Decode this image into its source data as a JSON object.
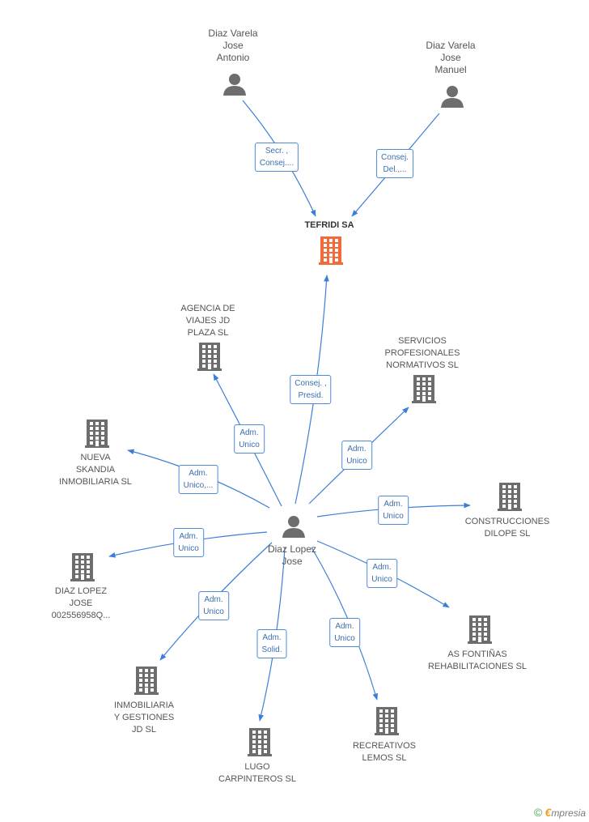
{
  "colors": {
    "edge": "#3d7fd8",
    "edge_label_border": "#4f8ad6",
    "node_gray": "#6d6d6d",
    "main_company": "#f26a3a",
    "label": "#555555"
  },
  "nodes": [
    {
      "id": "tefridi",
      "type": "company",
      "main": true,
      "label": "TEFRIDI SA"
    },
    {
      "id": "p_antonio",
      "type": "person",
      "label": "Diaz Varela\nJose\nAntonio"
    },
    {
      "id": "p_manuel",
      "type": "person",
      "label": "Diaz Varela\nJose\nManuel"
    },
    {
      "id": "p_lopez",
      "type": "person",
      "label": "Diaz Lopez\nJose"
    },
    {
      "id": "agencia",
      "type": "company",
      "label": "AGENCIA DE\nVIAJES JD\nPLAZA SL"
    },
    {
      "id": "servicios",
      "type": "company",
      "label": "SERVICIOS\nPROFESIONALES\nNORMATIVOS SL"
    },
    {
      "id": "nueva",
      "type": "company",
      "label": "NUEVA\nSKANDIA\nINMOBILIARIA SL"
    },
    {
      "id": "construcciones",
      "type": "company",
      "label": "CONSTRUCCIONES\nDILOPE SL"
    },
    {
      "id": "dlj",
      "type": "company",
      "label": "DIAZ LOPEZ\nJOSE\n002556958Q..."
    },
    {
      "id": "fontinas",
      "type": "company",
      "label": "AS FONTIÑAS\nREHABILITACIONES SL"
    },
    {
      "id": "inmobiliaria",
      "type": "company",
      "label": "INMOBILIARIA\nY GESTIONES\nJD SL"
    },
    {
      "id": "lugo",
      "type": "company",
      "label": "LUGO\nCARPINTEROS SL"
    },
    {
      "id": "recreativos",
      "type": "company",
      "label": "RECREATIVOS\nLEMOS SL"
    }
  ],
  "edges": [
    {
      "from": "p_antonio",
      "to": "tefridi",
      "label": "Secr. ,\nConsej...."
    },
    {
      "from": "p_manuel",
      "to": "tefridi",
      "label": "Consej.\nDel.,..."
    },
    {
      "from": "p_lopez",
      "to": "tefridi",
      "label": "Consej. ,\nPresid."
    },
    {
      "from": "p_lopez",
      "to": "agencia",
      "label": "Adm.\nUnico"
    },
    {
      "from": "p_lopez",
      "to": "servicios",
      "label": "Adm.\nUnico"
    },
    {
      "from": "p_lopez",
      "to": "nueva",
      "label": "Adm.\nUnico,..."
    },
    {
      "from": "p_lopez",
      "to": "construcciones",
      "label": "Adm.\nUnico"
    },
    {
      "from": "p_lopez",
      "to": "dlj",
      "label": "Adm.\nUnico"
    },
    {
      "from": "p_lopez",
      "to": "fontinas",
      "label": "Adm.\nUnico"
    },
    {
      "from": "p_lopez",
      "to": "inmobiliaria",
      "label": "Adm.\nUnico"
    },
    {
      "from": "p_lopez",
      "to": "lugo",
      "label": "Adm.\nSolid."
    },
    {
      "from": "p_lopez",
      "to": "recreativos",
      "label": "Adm.\nUnico"
    }
  ],
  "brand": {
    "copyright": "©",
    "e": "€",
    "rest": "mpresia"
  }
}
